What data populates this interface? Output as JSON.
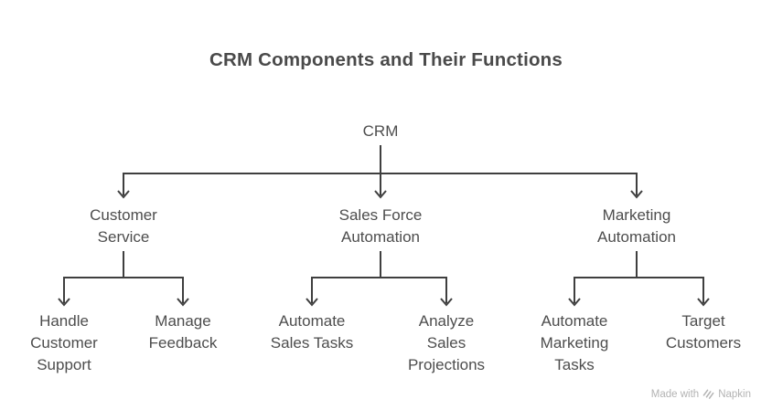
{
  "title": "CRM Components and Their Functions",
  "tree": {
    "root": {
      "label": "CRM"
    },
    "level1": [
      {
        "id": "customer-service",
        "lines": [
          "Customer",
          "Service"
        ]
      },
      {
        "id": "sales-force-automation",
        "lines": [
          "Sales Force",
          "Automation"
        ]
      },
      {
        "id": "marketing-automation",
        "lines": [
          "Marketing",
          "Automation"
        ]
      }
    ],
    "level2": [
      {
        "id": "handle-customer-support",
        "lines": [
          "Handle",
          "Customer",
          "Support"
        ]
      },
      {
        "id": "manage-feedback",
        "lines": [
          "Manage",
          "Feedback"
        ]
      },
      {
        "id": "automate-sales-tasks",
        "lines": [
          "Automate",
          "Sales Tasks"
        ]
      },
      {
        "id": "analyze-sales-projections",
        "lines": [
          "Analyze",
          "Sales",
          "Projections"
        ]
      },
      {
        "id": "automate-marketing-tasks",
        "lines": [
          "Automate",
          "Marketing",
          "Tasks"
        ]
      },
      {
        "id": "target-customers",
        "lines": [
          "Target",
          "Customers"
        ]
      }
    ]
  },
  "watermark": {
    "prefix": "Made with",
    "brand": "Napkin"
  },
  "colors": {
    "line": "#3f3f3f",
    "node_text": "#4d4d4d",
    "title_text": "#4a4a4a",
    "watermark_text": "#b3b3b3",
    "background": "#ffffff"
  }
}
